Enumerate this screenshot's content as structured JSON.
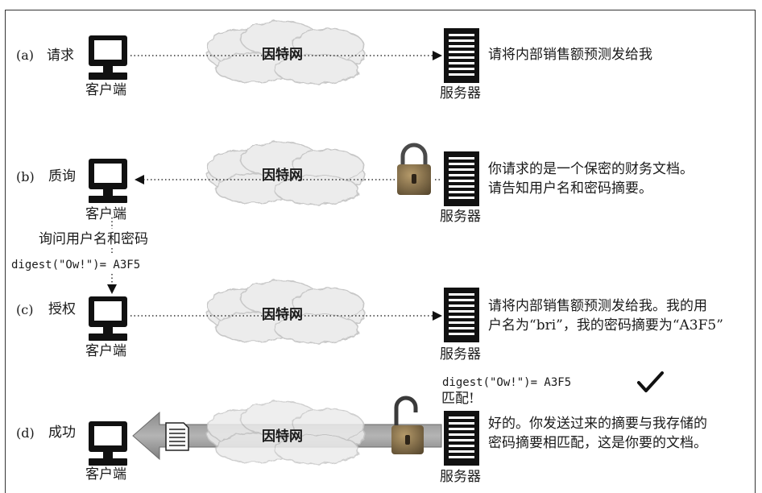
{
  "rows": [
    {
      "tag": "(a)",
      "title": "请求",
      "client_label": "客户端",
      "cloud_label": "因特网",
      "server_label": "服务器",
      "message": [
        "请将内部销售额预测发给我"
      ]
    },
    {
      "tag": "(b)",
      "title": "质询",
      "client_label": "客户端",
      "cloud_label": "因特网",
      "server_label": "服务器",
      "message": [
        "你请求的是一个保密的财务文档。",
        "请告知用户名和密码摘要。"
      ]
    },
    {
      "tag": "(c)",
      "title": "授权",
      "client_label": "客户端",
      "cloud_label": "因特网",
      "server_label": "服务器",
      "message": [
        "请将内部销售额预测发给我。我的用",
        "户名为“bri”，我的密码摘要为“A3F5”"
      ]
    },
    {
      "tag": "(d)",
      "title": "成功",
      "client_label": "客户端",
      "cloud_label": "因特网",
      "server_label": "服务器",
      "message": [
        "好的。你发送过来的摘要与我存储的",
        "密码摘要相匹配，这是你要的文档。"
      ]
    }
  ],
  "client_prompt": "询问用户名和密码",
  "client_digest": "digest(\"Ow!\")= A3F5",
  "server_digest": "digest(\"Ow!\")= A3F5",
  "server_match": "匹配!"
}
